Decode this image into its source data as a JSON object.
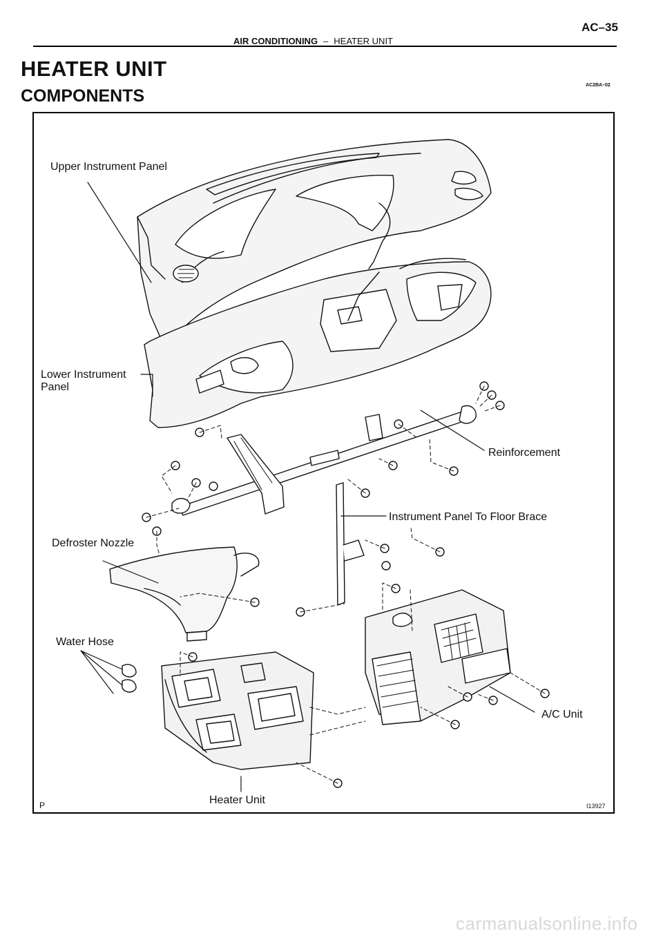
{
  "page": {
    "page_number": "AC–35",
    "section": "AIR CONDITIONING",
    "separator": "–",
    "subsection": "HEATER UNIT",
    "title": "HEATER UNIT",
    "subtitle": "COMPONENTS",
    "figure_code": "AC2BA–02"
  },
  "figure": {
    "labels": {
      "upper_instrument_panel": "Upper Instrument Panel",
      "lower_instrument_panel_1": "Lower Instrument",
      "lower_instrument_panel_2": "Panel",
      "reinforcement": "Reinforcement",
      "brace": "Instrument Panel To Floor Brace",
      "defroster_nozzle": "Defroster Nozzle",
      "water_hose": "Water Hose",
      "ac_unit": "A/C Unit",
      "heater_unit": "Heater Unit"
    },
    "corner_letter": "P",
    "figure_id": "I13927"
  },
  "watermark": "carmanualsonline.info"
}
